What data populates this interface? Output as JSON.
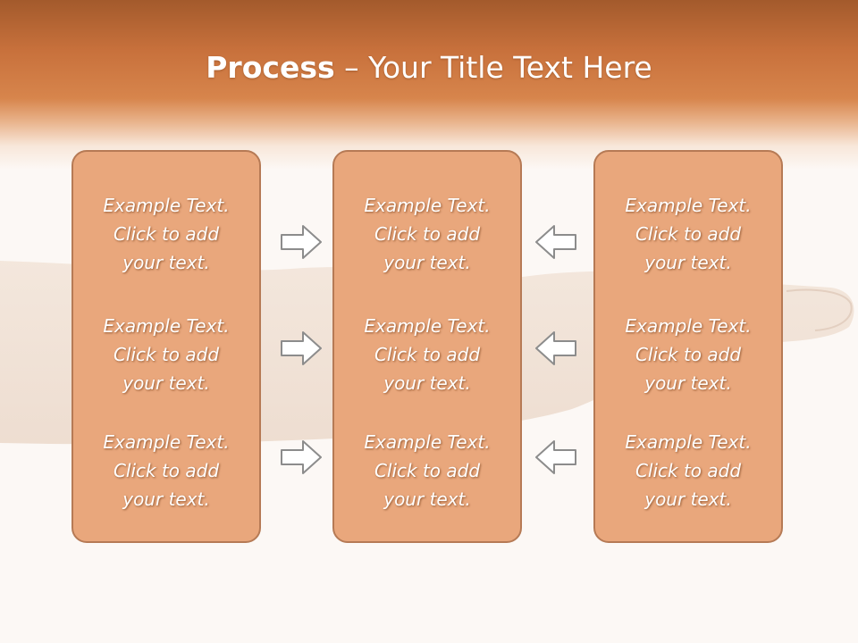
{
  "slide": {
    "title_bold": "Process",
    "title_rest": " – Your Title Text Here"
  },
  "columns": [
    {
      "items": [
        "Example Text.\nClick  to add\nyour text.",
        "Example Text.\nClick  to add\nyour text.",
        "Example Text.\nClick  to add\nyour text."
      ]
    },
    {
      "items": [
        "Example Text.\nClick  to add\nyour text.",
        "Example Text.\nClick  to add\nyour text.",
        "Example Text.\nClick  to add\nyour text."
      ]
    },
    {
      "items": [
        "Example Text.\nClick  to add\nyour text.",
        "Example Text.\nClick  to add\nyour text.",
        "Example Text.\nClick  to add\nyour text."
      ]
    }
  ],
  "icons": {
    "right_arrows": "arrow-right-icon",
    "left_arrows": "arrow-left-icon"
  },
  "colors": {
    "header": "#d7854c",
    "panel_fill": "#e9a77c",
    "panel_border": "#b67a55"
  }
}
